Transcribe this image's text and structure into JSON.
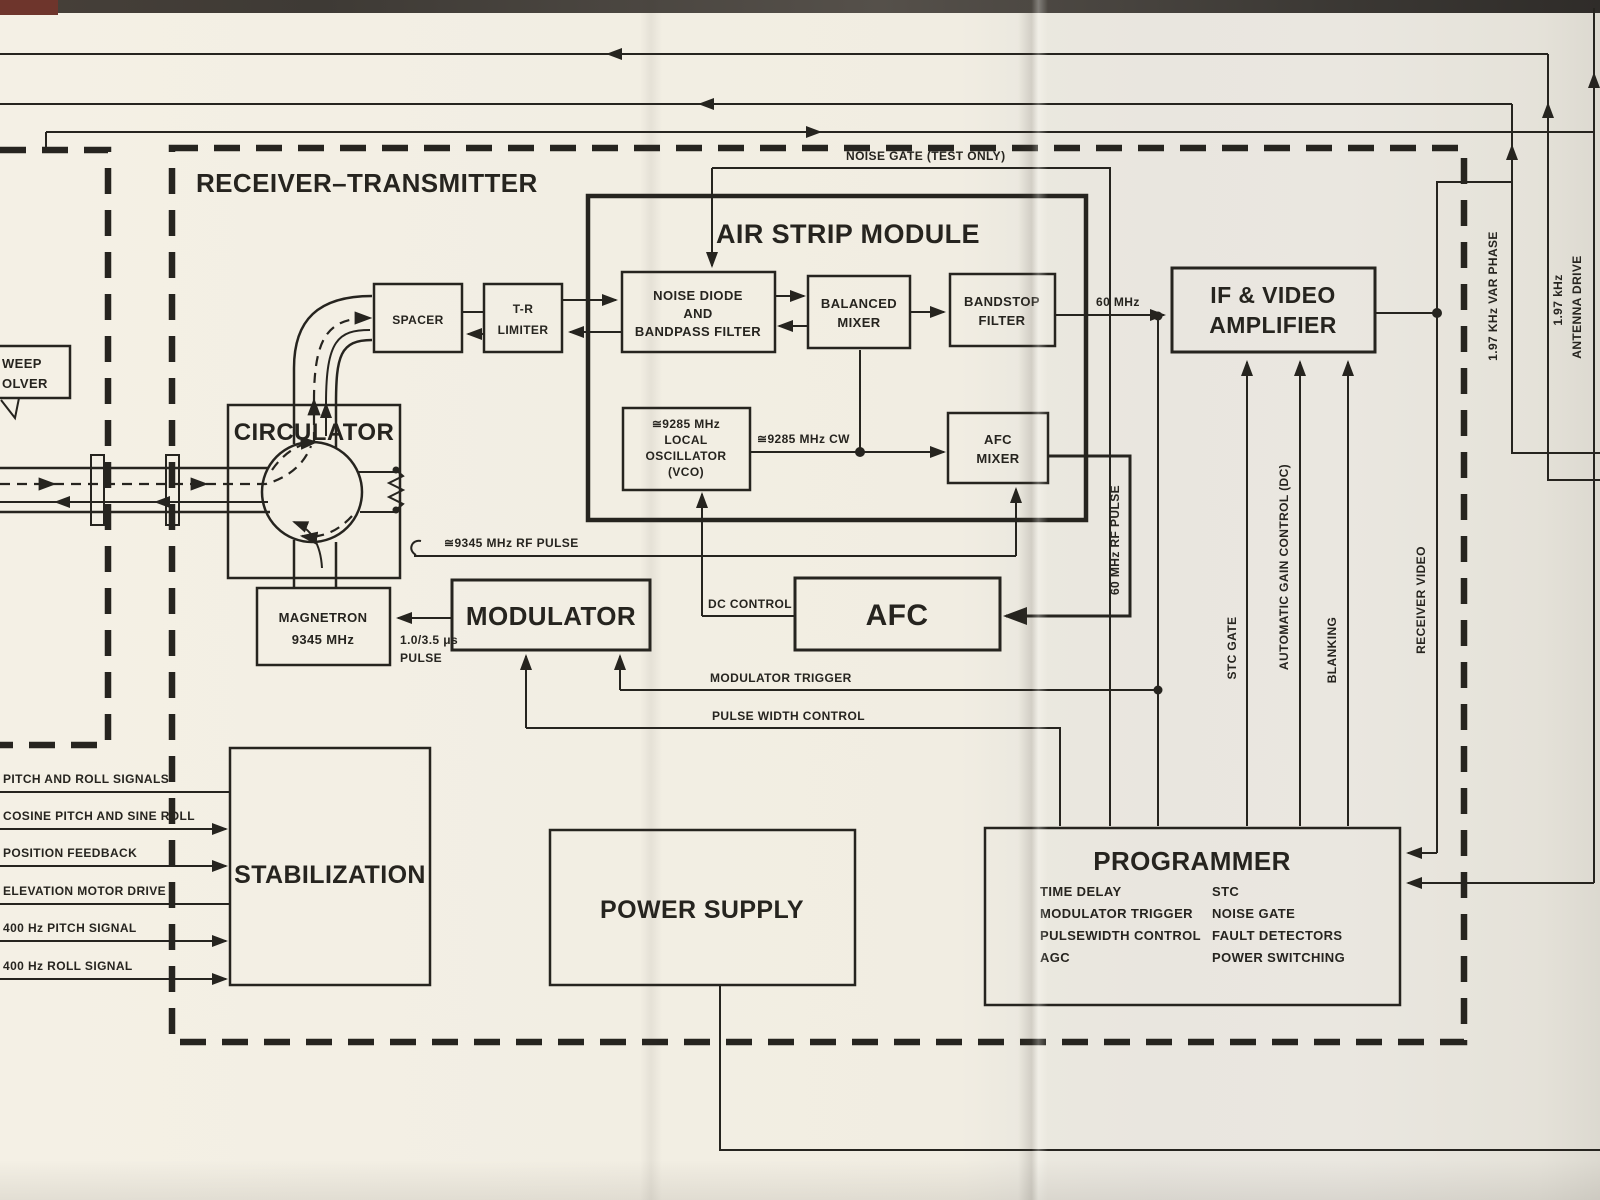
{
  "titles": {
    "receiver_transmitter": "RECEIVER–TRANSMITTER",
    "air_strip_module": "AIR STRIP MODULE"
  },
  "boxes": {
    "spacer": {
      "label": "SPACER"
    },
    "tr_limiter": {
      "l1": "T-R",
      "l2": "LIMITER"
    },
    "noise_diode": {
      "l1": "NOISE DIODE",
      "l2": "AND",
      "l3": "BANDPASS FILTER"
    },
    "balanced_mixer": {
      "l1": "BALANCED",
      "l2": "MIXER"
    },
    "bandstop_filter": {
      "l1": "BANDSTOP",
      "l2": "FILTER"
    },
    "if_video_amp": {
      "l1": "IF & VIDEO",
      "l2": "AMPLIFIER"
    },
    "local_osc": {
      "l1": "≅9285 MHz",
      "l2": "LOCAL",
      "l3": "OSCILLATOR",
      "l4": "(VCO)"
    },
    "afc_mixer": {
      "l1": "AFC",
      "l2": "MIXER"
    },
    "afc": {
      "label": "AFC"
    },
    "modulator": {
      "label": "MODULATOR"
    },
    "magnetron": {
      "l1": "MAGNETRON",
      "l2": "9345 MHz"
    },
    "circulator": {
      "label": "CIRCULATOR"
    },
    "stabilization": {
      "label": "STABILIZATION"
    },
    "power_supply": {
      "label": "POWER SUPPLY"
    },
    "programmer": {
      "title": "PROGRAMMER",
      "left": [
        "TIME DELAY",
        "MODULATOR TRIGGER",
        "PULSEWIDTH CONTROL",
        "AGC"
      ],
      "right": [
        "STC",
        "NOISE GATE",
        "FAULT DETECTORS",
        "POWER SWITCHING"
      ]
    },
    "sweep_resolver": {
      "l1": "WEEP",
      "l2": "OLVER"
    }
  },
  "signals": {
    "noise_gate": "NOISE GATE (TEST ONLY)",
    "sixty_mhz": "60 MHz",
    "cw_9285": "≅9285 MHz CW",
    "rf_pulse_9345": "≅9345 MHz RF PULSE",
    "dc_control": "DC CONTROL",
    "pulse_val": "1.0/3.5 μs",
    "pulse_word": "PULSE",
    "modulator_trigger": "MODULATOR TRIGGER",
    "pulse_width_control": "PULSE WIDTH CONTROL",
    "sixty_mhz_rf_pulse": "60 MHz RF PULSE",
    "stc_gate": "STC GATE",
    "agc_dc": "AUTOMATIC GAIN CONTROL (DC)",
    "blanking": "BLANKING",
    "receiver_video": "RECEIVER VIDEO",
    "var_phase": "1.97 KHz VAR PHASE",
    "khz_197": "1.97 kHz",
    "antenna_drive": "ANTENNA DRIVE"
  },
  "stab_inputs": [
    "PITCH AND ROLL SIGNALS",
    "COSINE PITCH AND SINE ROLL",
    "POSITION FEEDBACK",
    "ELEVATION MOTOR DRIVE",
    "400 Hz PITCH SIGNAL",
    "400 Hz ROLL SIGNAL"
  ],
  "colors": {
    "ink": "#26241f",
    "paper": "#f1ede2"
  }
}
